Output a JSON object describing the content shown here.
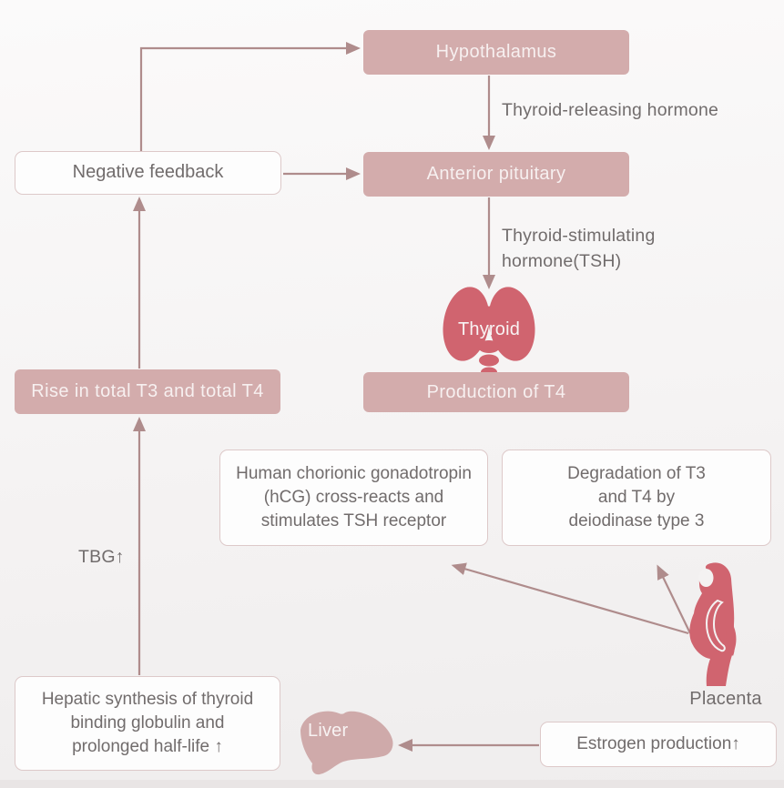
{
  "palette": {
    "box_pink": "#d3acac",
    "box_text": "#f7f0f0",
    "white_box_bg": "#fdfdfd",
    "white_box_border": "#ddc9c9",
    "gray_text": "#716c6c",
    "arrow": "#af8c8c",
    "organ_rose": "#d0646f",
    "organ_soft": "#cfaaaa"
  },
  "nodes": {
    "hypothalamus": {
      "label": "Hypothalamus"
    },
    "anterior_pituitary": {
      "label": "Anterior pituitary"
    },
    "production_t4": {
      "label": "Production of T4"
    },
    "negative_feedback": {
      "label": "Negative feedback"
    },
    "rise_t3_t4": {
      "label": "Rise in total T3 and total T4"
    },
    "hepatic": {
      "lines": [
        "Hepatic synthesis of thyroid",
        "binding globulin and",
        "prolonged half-life ↑"
      ]
    },
    "hcg": {
      "lines": [
        "Human chorionic gonadotropin",
        "(hCG) cross-reacts and",
        "stimulates TSH receptor"
      ]
    },
    "degradation": {
      "lines": [
        "Degradation of T3",
        "and T4 by",
        "deiodinase type 3"
      ]
    },
    "estrogen": {
      "label": "Estrogen production↑"
    }
  },
  "labels": {
    "trh": "Thyroid-releasing hormone",
    "tsh_line1": "Thyroid-stimulating",
    "tsh_line2": "hormone(TSH)",
    "tbg": "TBG↑",
    "thyroid": "Thyroid",
    "placenta": "Placenta",
    "liver": "Liver"
  }
}
